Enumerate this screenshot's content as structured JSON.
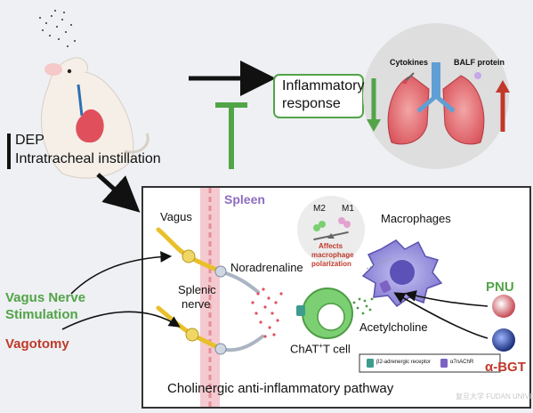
{
  "top": {
    "dep_label": "DEP",
    "instillation_label": "Intratracheal instillation",
    "inflammatory_line1": "Inflammatory",
    "inflammatory_line2": "response",
    "cytokines_label": "Cytokines",
    "balf_label": "BALF protein"
  },
  "panel": {
    "spleen_label": "Spleen",
    "m2_label": "M2",
    "m1_label": "M1",
    "affects_line1": "Affects",
    "affects_line2": "macrophage",
    "affects_line3": "polarization",
    "macrophages_label": "Macrophages",
    "vagus_label": "Vagus",
    "noradrenaline_label": "Noradrenaline",
    "splenic_line1": "Splenic",
    "splenic_line2": "nerve",
    "acetylcholine_label": "Acetylcholine",
    "chat_label_main": "ChAT",
    "chat_label_sup": "+",
    "chat_label_tail": "T cell",
    "legend_beta2": "β2-adrenergic receptor",
    "legend_a7": "α7nAChR",
    "pathway_title": "Cholinergic anti-inflammatory pathway"
  },
  "left": {
    "vns_line1": "Vagus Nerve",
    "vns_line2": "Stimulation",
    "vagotomy_label": "Vagotomy"
  },
  "right": {
    "pnu_label": "PNU",
    "abgt_label": "α-BGT"
  },
  "colors": {
    "green": "#52a447",
    "red": "#c0392b",
    "spleen_purple": "#8e6cc0",
    "panel_border": "#333333"
  },
  "watermark": "复旦大学 FUDAN UNIVERSITY"
}
